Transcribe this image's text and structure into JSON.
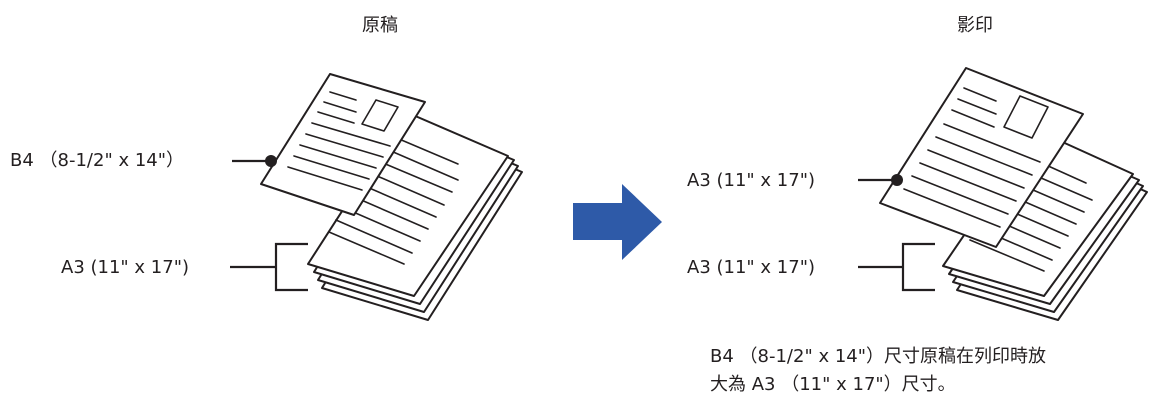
{
  "original": {
    "heading": "原稿",
    "top_size_label": "B4 （8-1/2\" x 14\"）",
    "stack_size_label": "A3 (11\" x 17\")"
  },
  "copy": {
    "heading": "影印",
    "top_size_label": "A3 (11\" x 17\")",
    "stack_size_label": "A3 (11\" x 17\")"
  },
  "caption": {
    "line1": "B4 （8-1/2\" x 14\"）尺寸原稿在列印時放",
    "line2": "大為 A3 （11\" x 17\"）尺寸。"
  },
  "colors": {
    "arrow": "#2e5aa8",
    "ink": "#231f20"
  },
  "icons": {
    "arrow": "right-arrow-icon"
  }
}
